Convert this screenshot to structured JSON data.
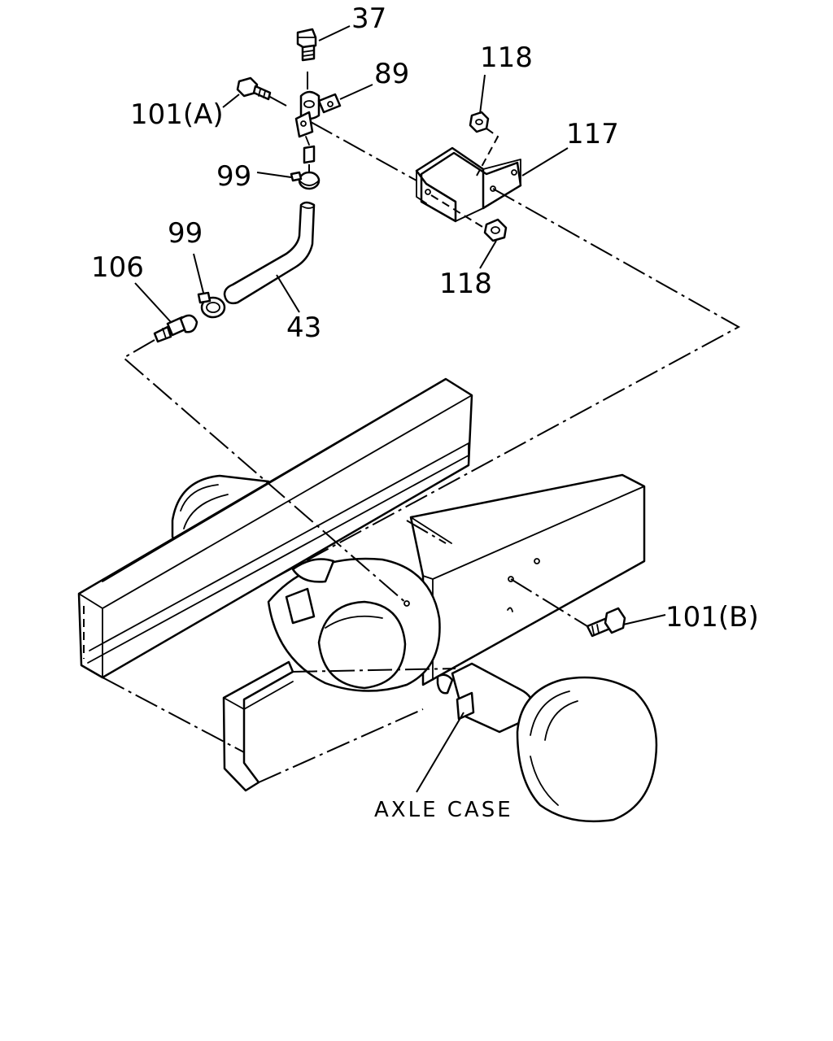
{
  "labels": {
    "p37": "37",
    "p89": "89",
    "p101a": "101(A)",
    "p99_top": "99",
    "p99_mid": "99",
    "p106": "106",
    "p43": "43",
    "p118_top": "118",
    "p118_bot": "118",
    "p117": "117",
    "p101b": "101(B)",
    "axle_case": "AXLE CASE"
  }
}
